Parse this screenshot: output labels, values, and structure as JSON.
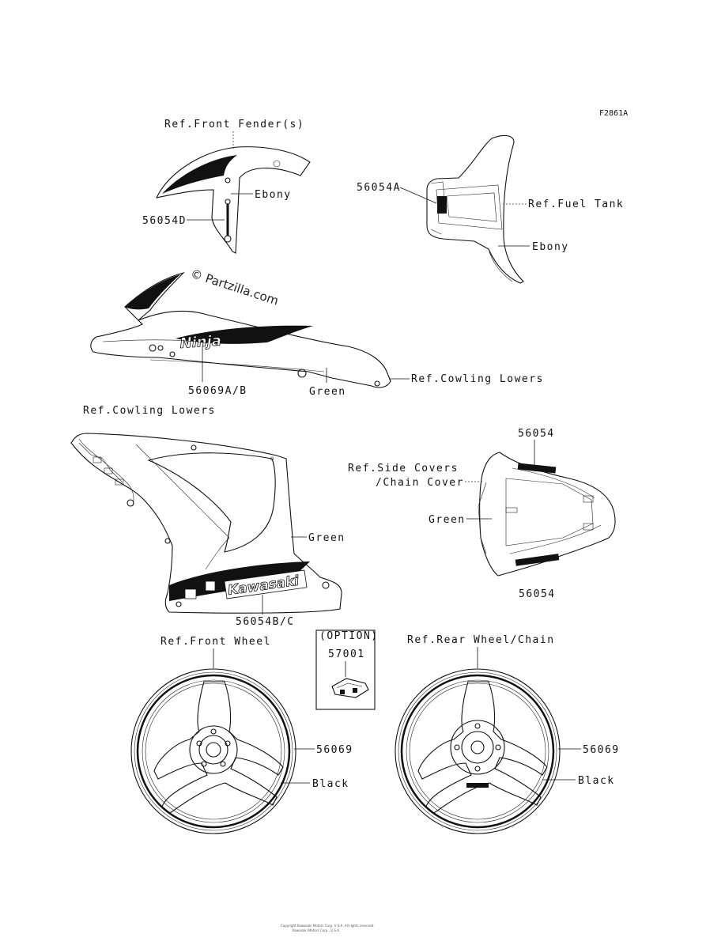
{
  "figure_code": "F2861A",
  "watermark": "© Partzilla.com",
  "footer_lines": [
    "Copyright Kawasaki Motors Corp. U.S.A. All rights reserved.",
    "Kawasaki Motors Corp., U.S.A."
  ],
  "fender": {
    "ref": "Ref.Front Fender(s)",
    "color": "Ebony",
    "part": "56054D"
  },
  "fuel_tank": {
    "ref": "Ref.Fuel Tank",
    "color": "Ebony",
    "part": "56054A"
  },
  "upper_cowl": {
    "logo": "Ninja",
    "part": "56069A/B",
    "color": "Green",
    "ref": "Ref.Cowling Lowers"
  },
  "lower_cowl": {
    "ref": "Ref.Cowling Lowers",
    "color": "Green",
    "logo": "Kawasaki",
    "part": "56054B/C"
  },
  "seat_cowl": {
    "part_top": "56054",
    "ref_line1": "Ref.Side Covers",
    "ref_line2": "/Chain Cover",
    "color": "Green",
    "part_bottom": "56054"
  },
  "option": {
    "label": "(OPTION)",
    "part": "57001"
  },
  "front_wheel": {
    "ref": "Ref.Front Wheel",
    "part": "56069",
    "color": "Black"
  },
  "rear_wheel": {
    "ref": "Ref.Rear Wheel/Chain",
    "part": "56069",
    "color": "Black"
  }
}
